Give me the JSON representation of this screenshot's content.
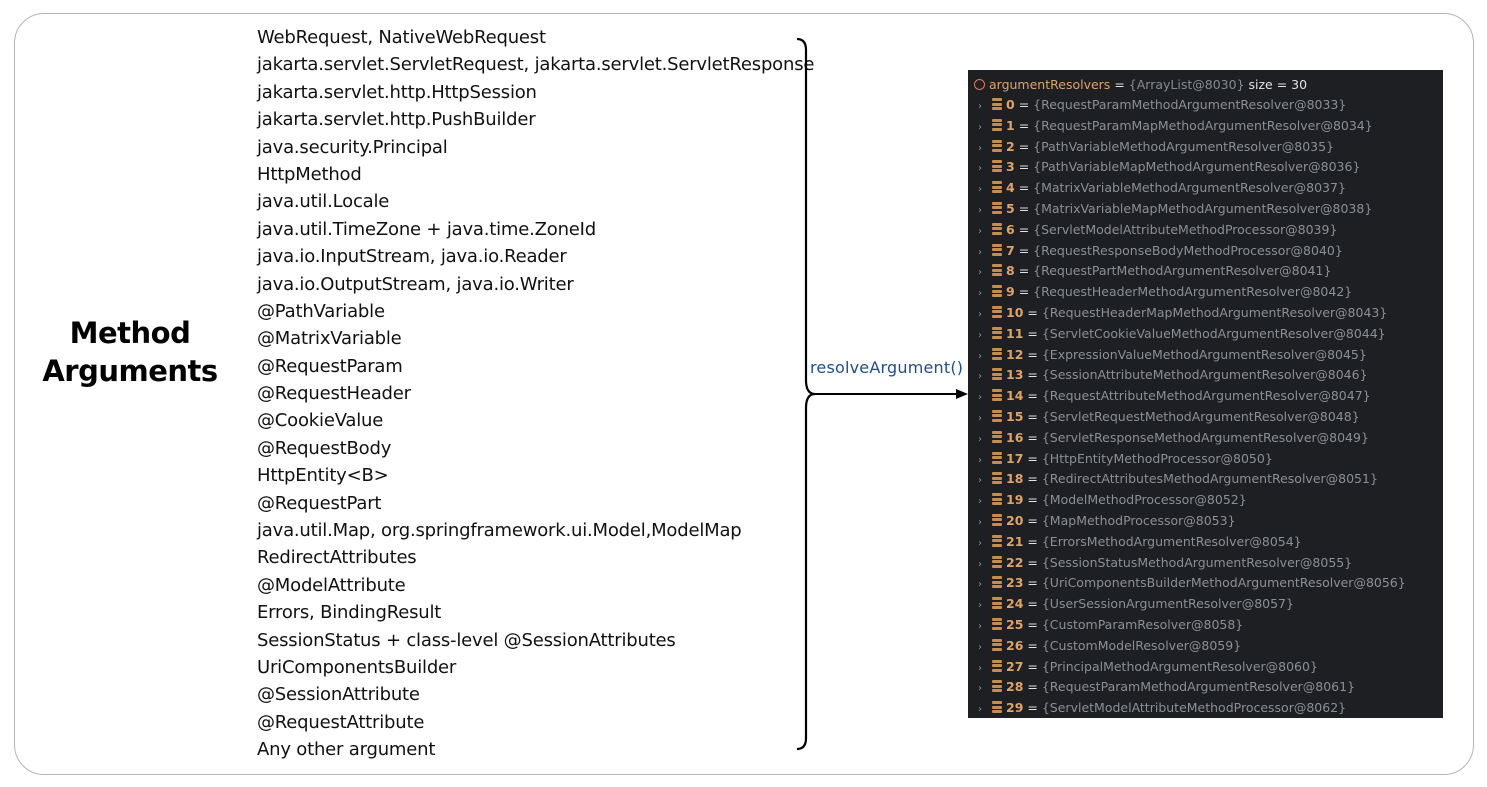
{
  "title_lines": [
    "Method",
    "Arguments"
  ],
  "arguments": [
    "WebRequest, NativeWebRequest",
    "jakarta.servlet.ServletRequest, jakarta.servlet.ServletResponse",
    "jakarta.servlet.http.HttpSession",
    "jakarta.servlet.http.PushBuilder",
    "java.security.Principal",
    "HttpMethod",
    "java.util.Locale",
    "java.util.TimeZone + java.time.ZoneId",
    "java.io.InputStream, java.io.Reader",
    "java.io.OutputStream, java.io.Writer",
    "@PathVariable",
    "@MatrixVariable",
    "@RequestParam",
    "@RequestHeader",
    "@CookieValue",
    "@RequestBody",
    "HttpEntity<B>",
    "@RequestPart",
    "java.util.Map, org.springframework.ui.Model,ModelMap",
    "RedirectAttributes",
    "@ModelAttribute",
    "Errors, BindingResult",
    "SessionStatus + class-level @SessionAttributes",
    "UriComponentsBuilder",
    "@SessionAttribute",
    "@RequestAttribute",
    "Any other argument"
  ],
  "connector_label": "resolveArgument()",
  "debugger": {
    "variable": "argumentResolvers",
    "eq": "=",
    "type": "{ArrayList@8030}",
    "size": "size = 30",
    "items": [
      {
        "index": "0",
        "value": "{RequestParamMethodArgumentResolver@8033}"
      },
      {
        "index": "1",
        "value": "{RequestParamMapMethodArgumentResolver@8034}"
      },
      {
        "index": "2",
        "value": "{PathVariableMethodArgumentResolver@8035}"
      },
      {
        "index": "3",
        "value": "{PathVariableMapMethodArgumentResolver@8036}"
      },
      {
        "index": "4",
        "value": "{MatrixVariableMethodArgumentResolver@8037}"
      },
      {
        "index": "5",
        "value": "{MatrixVariableMapMethodArgumentResolver@8038}"
      },
      {
        "index": "6",
        "value": "{ServletModelAttributeMethodProcessor@8039}"
      },
      {
        "index": "7",
        "value": "{RequestResponseBodyMethodProcessor@8040}"
      },
      {
        "index": "8",
        "value": "{RequestPartMethodArgumentResolver@8041}"
      },
      {
        "index": "9",
        "value": "{RequestHeaderMethodArgumentResolver@8042}"
      },
      {
        "index": "10",
        "value": "{RequestHeaderMapMethodArgumentResolver@8043}"
      },
      {
        "index": "11",
        "value": "{ServletCookieValueMethodArgumentResolver@8044}"
      },
      {
        "index": "12",
        "value": "{ExpressionValueMethodArgumentResolver@8045}"
      },
      {
        "index": "13",
        "value": "{SessionAttributeMethodArgumentResolver@8046}"
      },
      {
        "index": "14",
        "value": "{RequestAttributeMethodArgumentResolver@8047}"
      },
      {
        "index": "15",
        "value": "{ServletRequestMethodArgumentResolver@8048}"
      },
      {
        "index": "16",
        "value": "{ServletResponseMethodArgumentResolver@8049}"
      },
      {
        "index": "17",
        "value": "{HttpEntityMethodProcessor@8050}"
      },
      {
        "index": "18",
        "value": "{RedirectAttributesMethodArgumentResolver@8051}"
      },
      {
        "index": "19",
        "value": "{ModelMethodProcessor@8052}"
      },
      {
        "index": "20",
        "value": "{MapMethodProcessor@8053}"
      },
      {
        "index": "21",
        "value": "{ErrorsMethodArgumentResolver@8054}"
      },
      {
        "index": "22",
        "value": "{SessionStatusMethodArgumentResolver@8055}"
      },
      {
        "index": "23",
        "value": "{UriComponentsBuilderMethodArgumentResolver@8056}"
      },
      {
        "index": "24",
        "value": "{UserSessionArgumentResolver@8057}"
      },
      {
        "index": "25",
        "value": "{CustomParamResolver@8058}"
      },
      {
        "index": "26",
        "value": "{CustomModelResolver@8059}"
      },
      {
        "index": "27",
        "value": "{PrincipalMethodArgumentResolver@8060}"
      },
      {
        "index": "28",
        "value": "{RequestParamMethodArgumentResolver@8061}"
      },
      {
        "index": "29",
        "value": "{ServletModelAttributeMethodProcessor@8062}"
      }
    ]
  },
  "colors": {
    "debugger_bg": "#1e1f22",
    "index_orange": "#e0a367",
    "value_gray": "#8b8f96",
    "label_blue": "#1f4e8c"
  }
}
